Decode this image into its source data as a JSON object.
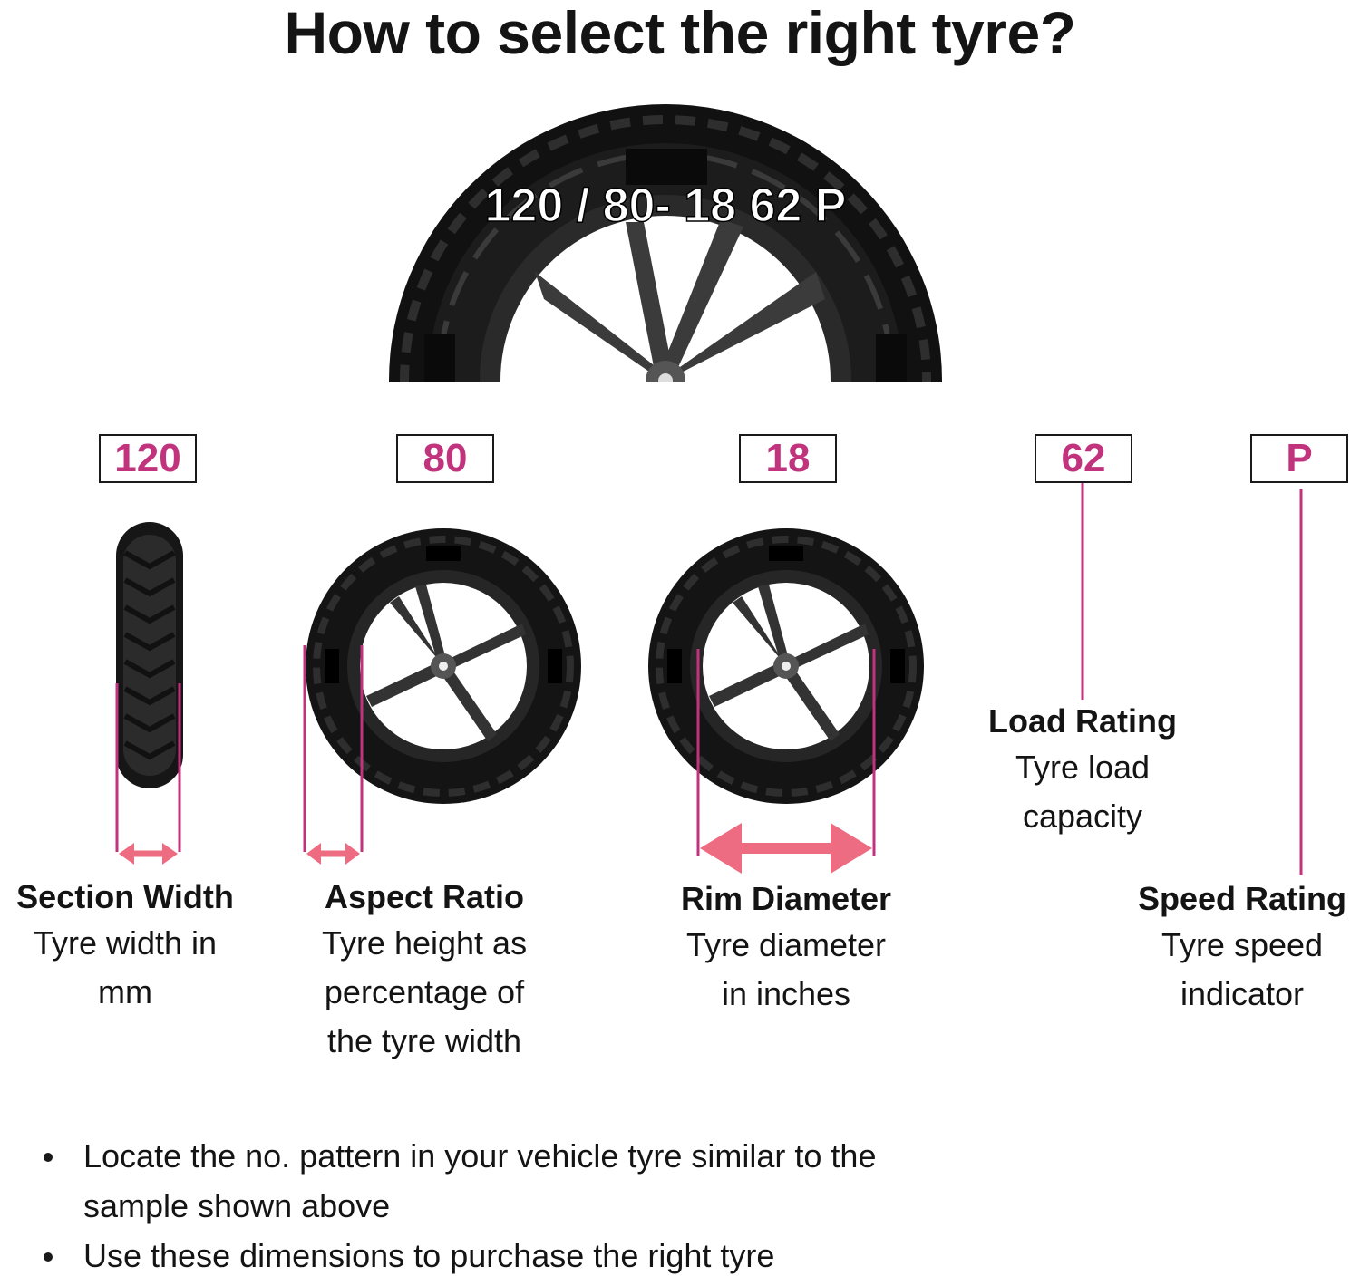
{
  "title": "How to select the right tyre?",
  "tyre_code": "120 / 80- 18 62 P",
  "accent_color": "#c2337e",
  "arrow_color": "#ee6c82",
  "parts": [
    {
      "code": "120",
      "title": "Section Width",
      "desc": [
        "Tyre width in",
        "mm"
      ]
    },
    {
      "code": "80",
      "title": "Aspect Ratio",
      "desc": [
        "Tyre height as",
        "percentage of",
        "the tyre width"
      ]
    },
    {
      "code": "18",
      "title": "Rim Diameter",
      "desc": [
        "Tyre diameter",
        "in inches"
      ]
    },
    {
      "code": "62",
      "title": "Load Rating",
      "desc": [
        "Tyre load",
        "capacity"
      ]
    },
    {
      "code": "P",
      "title": "Speed Rating",
      "desc": [
        "Tyre speed",
        "indicator"
      ]
    }
  ],
  "notes": [
    "Locate the no. pattern in your vehicle tyre similar to the sample shown above",
    "Use these dimensions to purchase the right tyre"
  ]
}
